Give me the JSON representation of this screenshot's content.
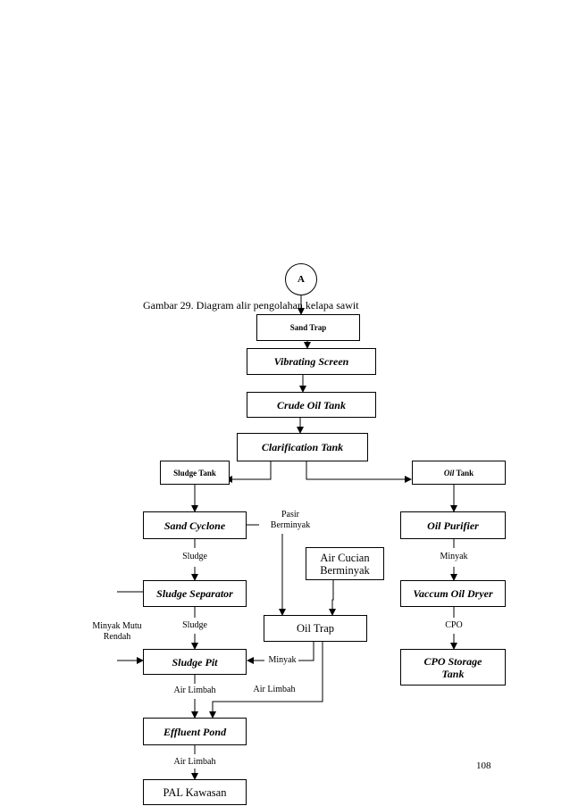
{
  "caption": "Gambar 29. Diagram alir pengolahan kelapa sawit",
  "page_number": "108",
  "connector": "A",
  "nodes": {
    "sand_trap": "Sand Trap",
    "vibrating_screen": "Vibrating Screen",
    "crude_oil_tank": "Crude Oil Tank",
    "clarification_tank": "Clarification Tank",
    "sludge_tank": "Sludge Tank",
    "oil_tank_italic": "Oil",
    "oil_tank_rest": " Tank",
    "sand_cyclone": "Sand Cyclone",
    "oil_purifier": "Oil Purifier",
    "air_cucian_berminyak": "Air Cucian Berminyak",
    "sludge_separator": "Sludge Separator",
    "vaccum_oil_dryer": "Vaccum Oil Dryer",
    "oil_trap": "Oil Trap",
    "sludge_pit": "Sludge Pit",
    "cpo_storage_tank": "CPO Storage Tank",
    "effluent_pond": "Effluent Pond",
    "pal_kawasan": "PAL Kawasan"
  },
  "labels": {
    "pasir_berminyak": "Pasir Berminyak",
    "sludge_1": "Sludge",
    "sludge_2": "Sludge",
    "minyak_1": "Minyak",
    "minyak_2": "Minyak",
    "cpo": "CPO",
    "minyak_mutu_rendah": "Minyak Mutu Rendah",
    "air_limbah_1": "Air Limbah",
    "air_limbah_2": "Air Limbah",
    "air_limbah_3": "Air Limbah"
  }
}
